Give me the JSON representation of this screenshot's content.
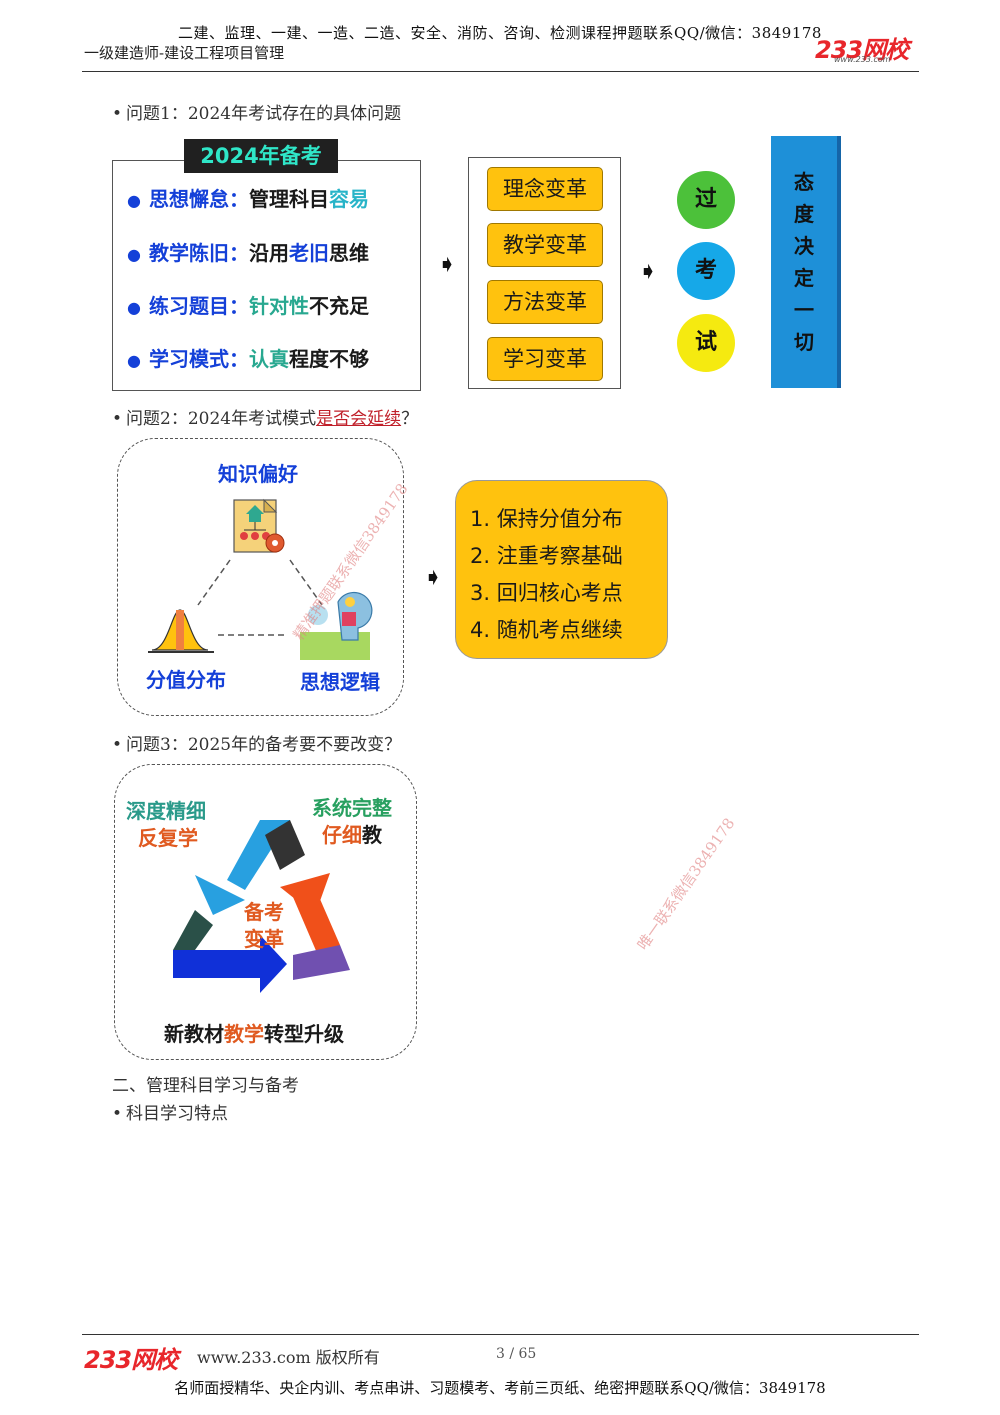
{
  "header": {
    "banner": "二建、监理、一建、一造、二造、安全、消防、咨询、检测课程押题联系QQ/微信：3849178",
    "subtitle": "一级建造师-建设工程项目管理",
    "logo": "233网校",
    "logo_url": "www.233.com"
  },
  "section1": {
    "question": "问题1：2024年考试存在的具体问题",
    "box_title": "2024年备考",
    "items": [
      {
        "label": "思想懈怠：",
        "text_a": "管理科目",
        "text_b": "容易",
        "text_c": ""
      },
      {
        "label": "教学陈旧：",
        "text_a": "沿用",
        "text_b": "老旧",
        "text_c": "思维"
      },
      {
        "label": "练习题目：",
        "text_a": "",
        "text_b": "针对性",
        "text_c": "不充足"
      },
      {
        "label": "学习模式：",
        "text_a": "",
        "text_b": "认真",
        "text_c": "程度不够"
      }
    ],
    "changes": [
      "理念变革",
      "教学变革",
      "方法变革",
      "学习变革"
    ],
    "circles": [
      {
        "text": "过",
        "color": "#4cc13a"
      },
      {
        "text": "考",
        "color": "#16a8e8"
      },
      {
        "text": "试",
        "color": "#f5ea10"
      }
    ],
    "vertical": [
      "态",
      "度",
      "决",
      "定",
      "一",
      "切"
    ]
  },
  "section2": {
    "question_prefix": "问题2：2024年考试模式",
    "question_underlined": "是否会延续",
    "question_suffix": "？",
    "labels": {
      "knowledge": "知识偏好",
      "distribution": "分值分布",
      "logic": "思想逻辑"
    },
    "points": [
      "1. 保持分值分布",
      "2. 注重考察基础",
      "3. 回归核心考点",
      "4. 随机考点继续"
    ]
  },
  "section3": {
    "question": "问题3：2025年的备考要不要改变？",
    "left_top_a": "深度精细",
    "left_top_b": "反复学",
    "right_top_a": "系统完整",
    "right_top_b_a": "仔细",
    "right_top_b_b": "教",
    "center_a": "备考",
    "center_b": "变革",
    "bottom_a": "新教材",
    "bottom_b": "教学",
    "bottom_c": "转型升级"
  },
  "section4": {
    "heading": "二、管理科目学习与备考",
    "bullet": "科目学习特点"
  },
  "watermarks": [
    "精准押题联系微信3849178",
    "唯一联系微信3849178"
  ],
  "footer": {
    "logo": "233网校",
    "text": "www.233.com 版权所有",
    "page": "3 / 65",
    "banner": "名师面授精华、央企内训、考点串讲、习题模考、考前三页纸、绝密押题联系QQ/微信：3849178"
  }
}
